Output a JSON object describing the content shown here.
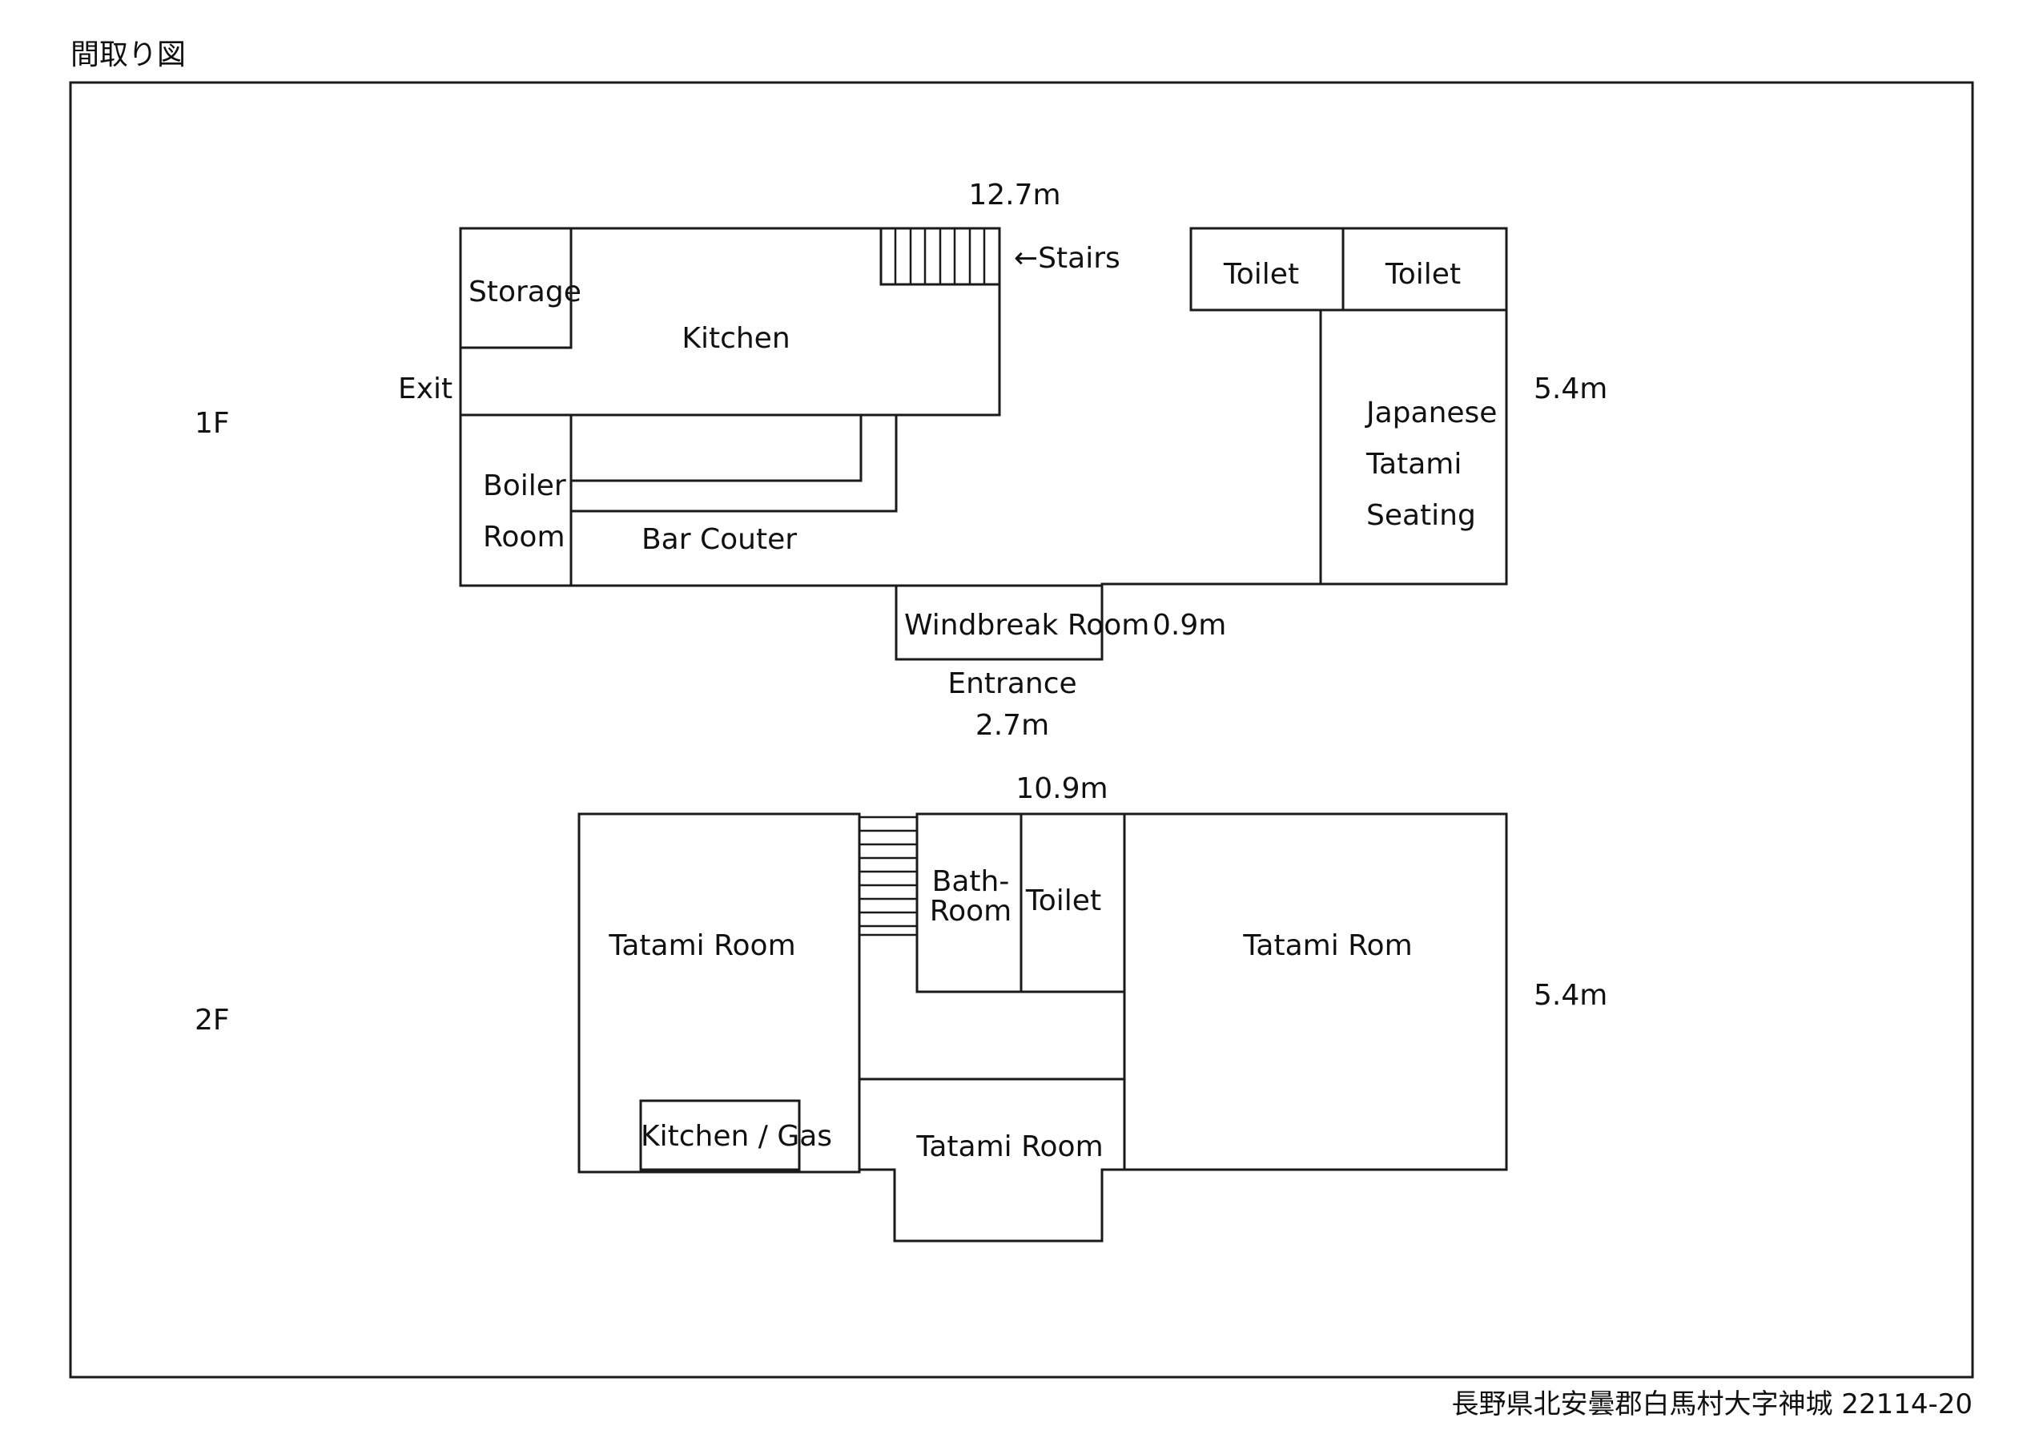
{
  "title": "間取り図",
  "address": "長野県北安曇郡白馬村大字神城 22114-20",
  "floor1": {
    "label": "1F",
    "width_dim": "12.7m",
    "depth_dim": "5.4m",
    "entrance_depth_dim": "0.9m",
    "entrance_width_dim": "2.7m",
    "rooms": {
      "storage": "Storage",
      "kitchen": "Kitchen",
      "stairs": "←Stairs",
      "exit": "Exit",
      "toilet_1": "Toilet",
      "toilet_2": "Toilet",
      "japanese_line1": "Japanese",
      "japanese_line2": "Tatami",
      "japanese_line3": "Seating",
      "boiler_line1": "Boiler",
      "boiler_line2": "Room",
      "bar_counter": "Bar Couter",
      "windbreak": "Windbreak Room",
      "entrance": "Entrance"
    }
  },
  "floor2": {
    "label": "2F",
    "width_dim": "10.9m",
    "depth_dim": "5.4m",
    "rooms": {
      "tatami_left": "Tatami Room",
      "bath_line1": "Bath-",
      "bath_line2": "Room",
      "toilet": "Toilet",
      "tatami_right": "Tatami Rom",
      "kitchen_gas": "Kitchen / Gas",
      "tatami_center": "Tatami Room"
    }
  }
}
